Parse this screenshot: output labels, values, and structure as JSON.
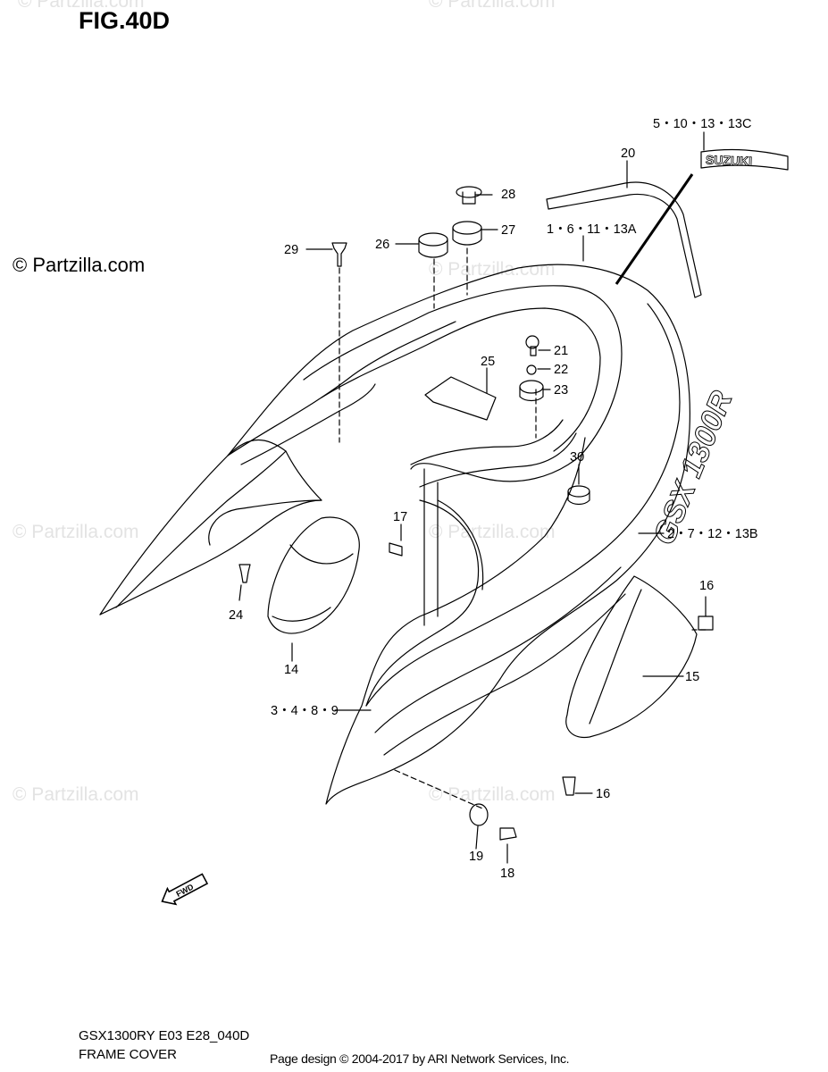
{
  "figure": {
    "title": "FIG.40D",
    "model_code": "GSX1300RY E03 E28_040D",
    "section_name": "FRAME COVER",
    "copyright": "Page design © 2004-2017 by ARI Network Services, Inc.",
    "brand": "© Partzilla.com",
    "watermark": "© Partzilla.com",
    "decal_text_1": "SUZUKI",
    "decal_text_2": "GSX 1300R",
    "fwd_label": "FWD"
  },
  "callouts": [
    {
      "id": "c1",
      "label": "5・10・13・13C"
    },
    {
      "id": "c2",
      "label": "20"
    },
    {
      "id": "c3",
      "label": "28"
    },
    {
      "id": "c4",
      "label": "27"
    },
    {
      "id": "c5",
      "label": "26"
    },
    {
      "id": "c6",
      "label": "29"
    },
    {
      "id": "c7",
      "label": "1・6・11・13A"
    },
    {
      "id": "c8",
      "label": "21"
    },
    {
      "id": "c9",
      "label": "22"
    },
    {
      "id": "c10",
      "label": "25"
    },
    {
      "id": "c11",
      "label": "23"
    },
    {
      "id": "c12",
      "label": "30"
    },
    {
      "id": "c13",
      "label": "17"
    },
    {
      "id": "c14",
      "label": "2・7・12・13B"
    },
    {
      "id": "c15",
      "label": "16"
    },
    {
      "id": "c16",
      "label": "24"
    },
    {
      "id": "c17",
      "label": "14"
    },
    {
      "id": "c18",
      "label": "15"
    },
    {
      "id": "c19",
      "label": "3・4・8・9"
    },
    {
      "id": "c20",
      "label": "16"
    },
    {
      "id": "c21",
      "label": "19"
    },
    {
      "id": "c22",
      "label": "18"
    }
  ]
}
